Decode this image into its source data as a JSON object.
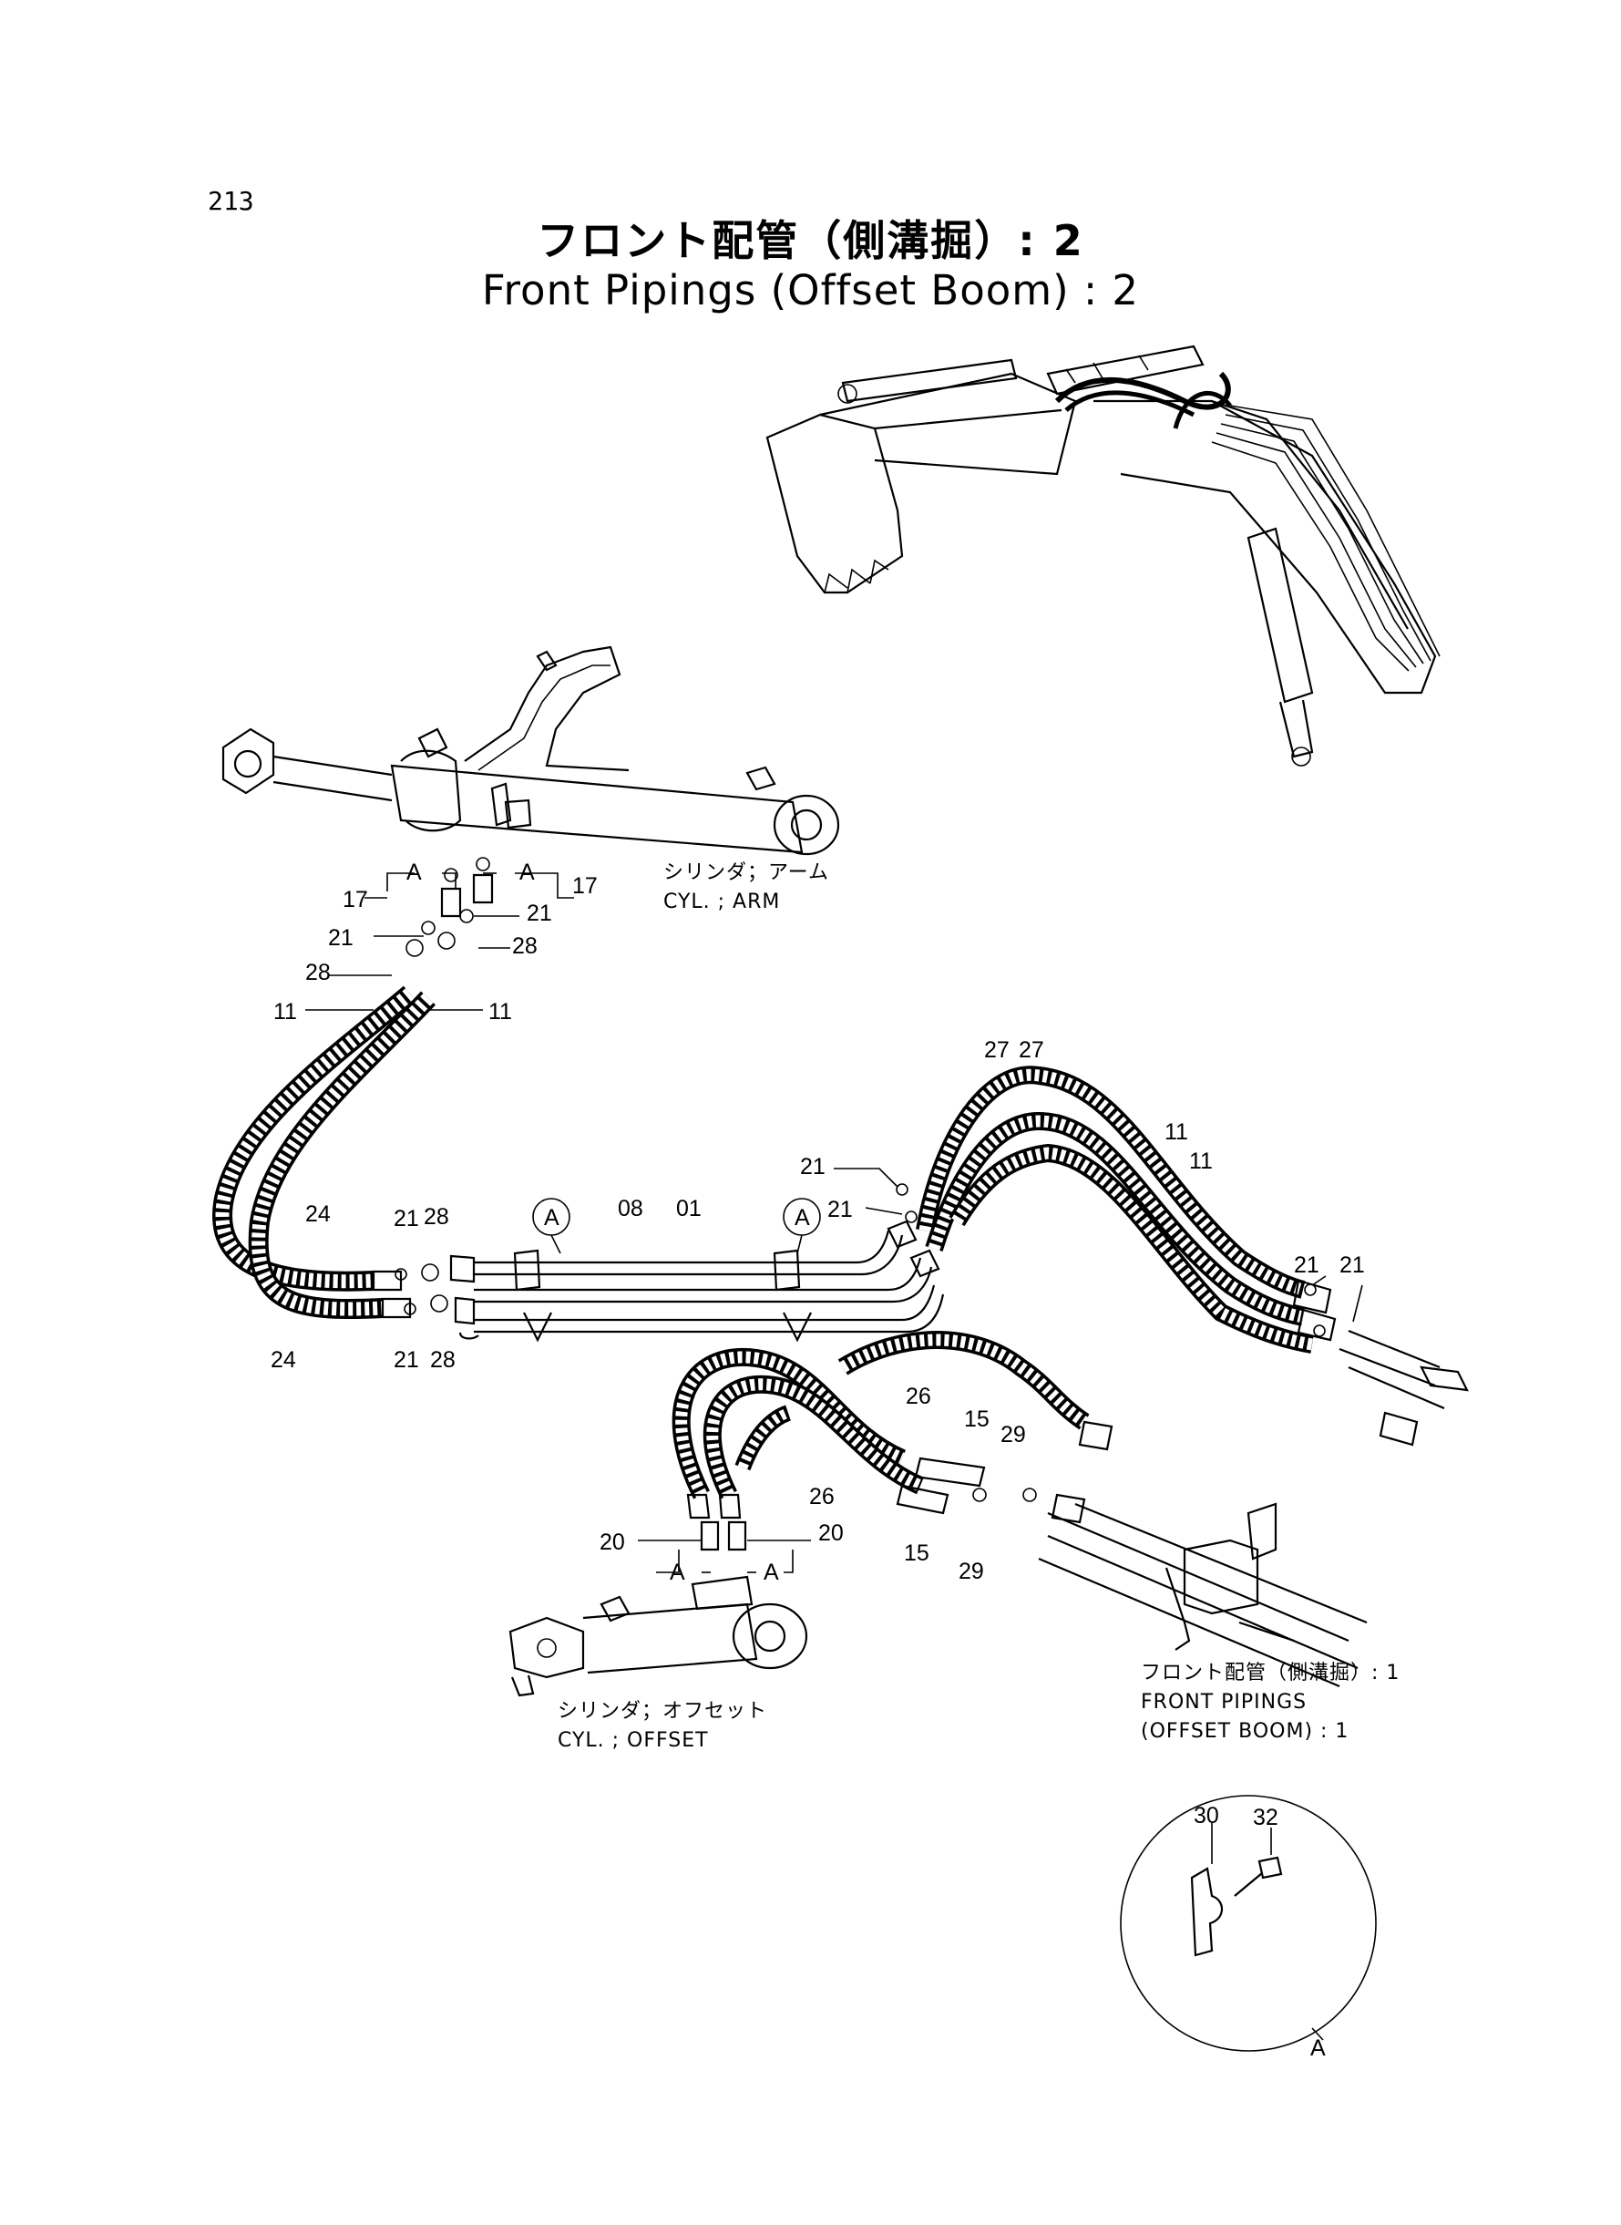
{
  "page_number": "213",
  "title_jp": "フロント配管（側溝掘）: 2",
  "title_en": "Front Pipings (Offset Boom) : 2",
  "captions": {
    "arm_cylinder_jp": "シリンダ；アーム",
    "arm_cylinder_en": "CYL. ; ARM",
    "offset_cylinder_jp": "シリンダ；オフセット",
    "offset_cylinder_en": "CYL. ; OFFSET",
    "ref_page_jp": "フロント配管（側溝掘）: 1",
    "ref_page_en_1": "FRONT PIPINGS",
    "ref_page_en_2": "(OFFSET BOOM) : 1"
  },
  "detail_marker": "A",
  "part_labels": {
    "l01": "01",
    "l08": "08",
    "l11a": "11",
    "l11b": "11",
    "l11c": "11",
    "l11d": "11",
    "l15a": "15",
    "l15b": "15",
    "l17a": "17",
    "l17b": "17",
    "l20a": "20",
    "l20b": "20",
    "l21a": "21",
    "l21b": "21",
    "l21c": "21",
    "l21d": "21",
    "l21e": "21",
    "l21f": "21",
    "l21g": "21",
    "l21h": "21",
    "l24a": "24",
    "l24b": "24",
    "l26a": "26",
    "l26b": "26",
    "l27a": "27",
    "l27b": "27",
    "l28a": "28",
    "l28b": "28",
    "l28c": "28",
    "l28d": "28",
    "l29a": "29",
    "l29b": "29",
    "l30": "30",
    "l32": "32",
    "la1": "A",
    "la2": "A",
    "la3": "A",
    "la4": "A",
    "lca1": "A",
    "lca2": "A",
    "ldet": "A"
  }
}
